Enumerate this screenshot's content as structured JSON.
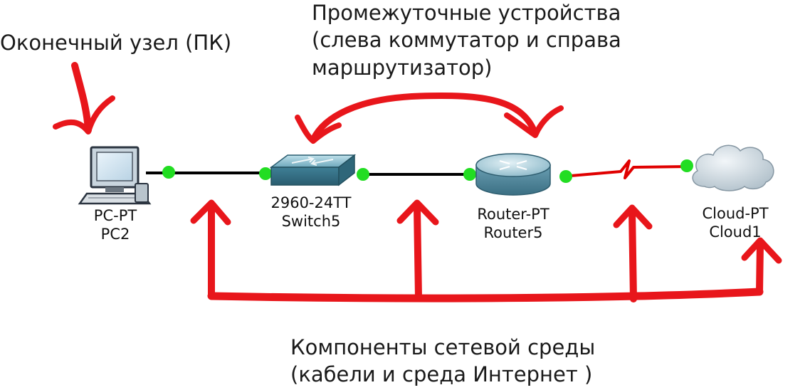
{
  "annotations": {
    "end_node": "Оконечный узел (ПК)",
    "intermediate": [
      "Промежуточные устройства",
      "(слева коммутатор и справа",
      "маршрутизатор)"
    ],
    "media": [
      "Компоненты сетевой среды",
      "(кабели и среда Интернет )"
    ]
  },
  "devices": {
    "pc": {
      "model": "PC-PT",
      "name": "PC2",
      "icon": "pc-icon"
    },
    "switch": {
      "model": "2960-24TT",
      "name": "Switch5",
      "icon": "switch-icon"
    },
    "router": {
      "model": "Router-PT",
      "name": "Router5",
      "icon": "router-icon"
    },
    "cloud": {
      "model": "Cloud-PT",
      "name": "Cloud1",
      "icon": "cloud-icon"
    }
  },
  "links": [
    {
      "from": "PC2",
      "to": "Switch5",
      "type": "copper straight-through",
      "color": "#000000"
    },
    {
      "from": "Switch5",
      "to": "Router5",
      "type": "copper straight-through",
      "color": "#000000"
    },
    {
      "from": "Router5",
      "to": "Cloud1",
      "type": "serial",
      "color": "#e00000"
    }
  ],
  "colors": {
    "link_up": "#22dd22",
    "annotation_arrow": "#e8161b",
    "serial_link": "#e00000"
  }
}
